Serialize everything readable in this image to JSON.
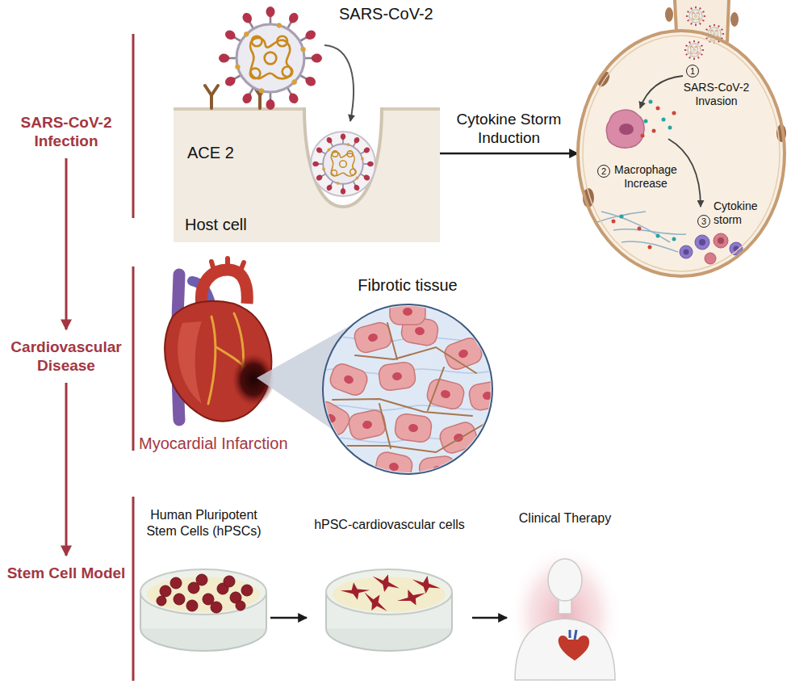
{
  "diagram": {
    "nodes": [
      {
        "text": [
          "SARS-CoV-2 Infection"
        ]
      },
      {
        "text": [
          "Host cell"
        ]
      },
      {
        "text": [
          "SARS-CoV-2 Invasion",
          "Macrophage Increase",
          "Cytokine storm"
        ]
      },
      {
        "text": [
          "Cardiovascular Disease"
        ]
      },
      {
        "text": [
          "Fibrotic tissue"
        ]
      },
      {
        "text": [
          "Stem Cell Model"
        ]
      },
      {
        "text": [
          "Human Pluripotent Stem Cells (hPSCs)"
        ]
      },
      {
        "text": [
          "hPSC-cardiovascular cells"
        ]
      },
      {
        "text": [
          "Clinical Therapy"
        ]
      }
    ],
    "edges": [
      {
        "from": 0,
        "to": 3,
        "arrow": "to"
      },
      {
        "from": 3,
        "to": 5,
        "arrow": "to"
      },
      {
        "from": 1,
        "to": 2,
        "label": "Cytokine Storm Induction",
        "arrow": "to"
      },
      {
        "from": 6,
        "to": 7,
        "arrow": "to"
      },
      {
        "from": 7,
        "to": 8,
        "arrow": "to"
      }
    ],
    "labels": [
      "SARS-CoV-2",
      "ACE 2",
      "1",
      "2",
      "3",
      "Myocardial Infarction"
    ]
  }
}
